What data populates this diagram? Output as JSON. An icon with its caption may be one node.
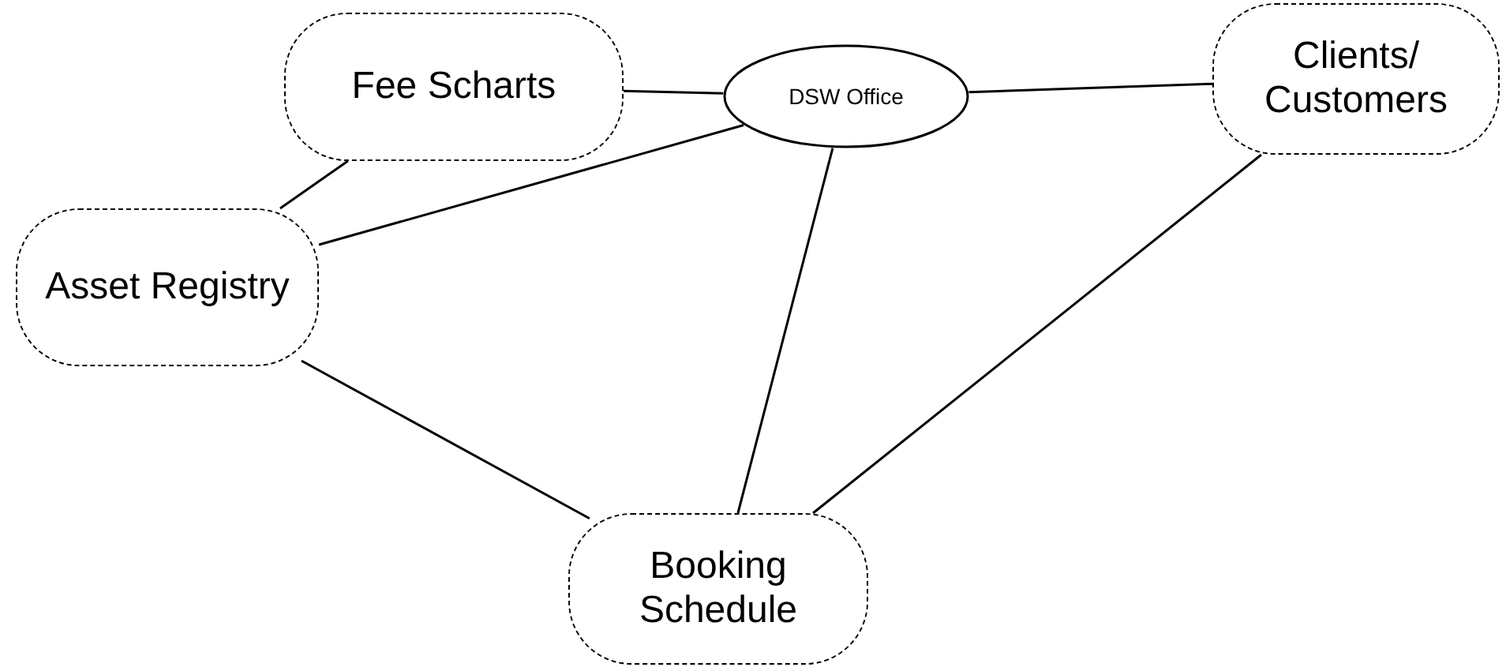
{
  "diagram": {
    "nodes": [
      {
        "text": [
          "Fee Scharts"
        ]
      },
      {
        "text": [
          "DSW Office"
        ]
      },
      {
        "text": [
          "Clients/ Customers"
        ]
      },
      {
        "text": [
          "Asset Registry"
        ]
      },
      {
        "text": [
          "Booking Schedule"
        ]
      }
    ],
    "edges": [
      {
        "from": 0,
        "to": 1,
        "arrow": "none"
      },
      {
        "from": 1,
        "to": 2,
        "arrow": "none"
      },
      {
        "from": 0,
        "to": 3,
        "arrow": "none"
      },
      {
        "from": 1,
        "to": 3,
        "arrow": "none"
      },
      {
        "from": 1,
        "to": 4,
        "arrow": "none"
      },
      {
        "from": 2,
        "to": 4,
        "arrow": "none"
      },
      {
        "from": 3,
        "to": 4,
        "arrow": "none"
      }
    ]
  }
}
